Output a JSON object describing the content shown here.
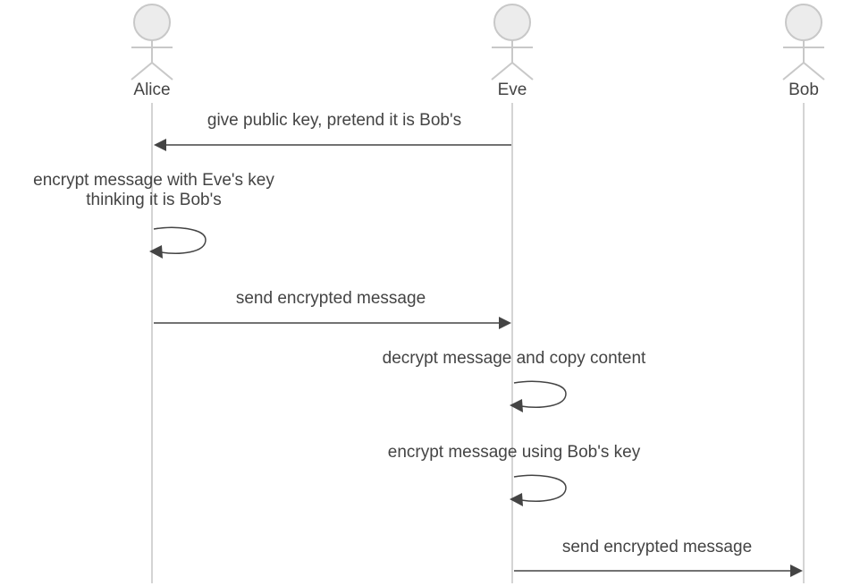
{
  "actors": [
    {
      "id": "alice",
      "label": "Alice"
    },
    {
      "id": "eve",
      "label": "Eve"
    },
    {
      "id": "bob",
      "label": "Bob"
    }
  ],
  "messages": [
    {
      "from": "eve",
      "to": "alice",
      "lines": [
        "give public key, pretend it is Bob's"
      ]
    },
    {
      "from": "alice",
      "to": "alice",
      "lines": [
        "encrypt message with Eve's key",
        "thinking it is Bob's"
      ]
    },
    {
      "from": "alice",
      "to": "eve",
      "lines": [
        "send encrypted message"
      ]
    },
    {
      "from": "eve",
      "to": "eve",
      "lines": [
        "decrypt message and copy content"
      ]
    },
    {
      "from": "eve",
      "to": "eve",
      "lines": [
        "encrypt message using Bob's key"
      ]
    },
    {
      "from": "eve",
      "to": "bob",
      "lines": [
        "send encrypted message"
      ]
    }
  ],
  "colors": {
    "actor_fill": "#ececec",
    "actor_stroke": "#c8c8c8",
    "lifeline": "#d4d4d4",
    "message": "#444444"
  }
}
